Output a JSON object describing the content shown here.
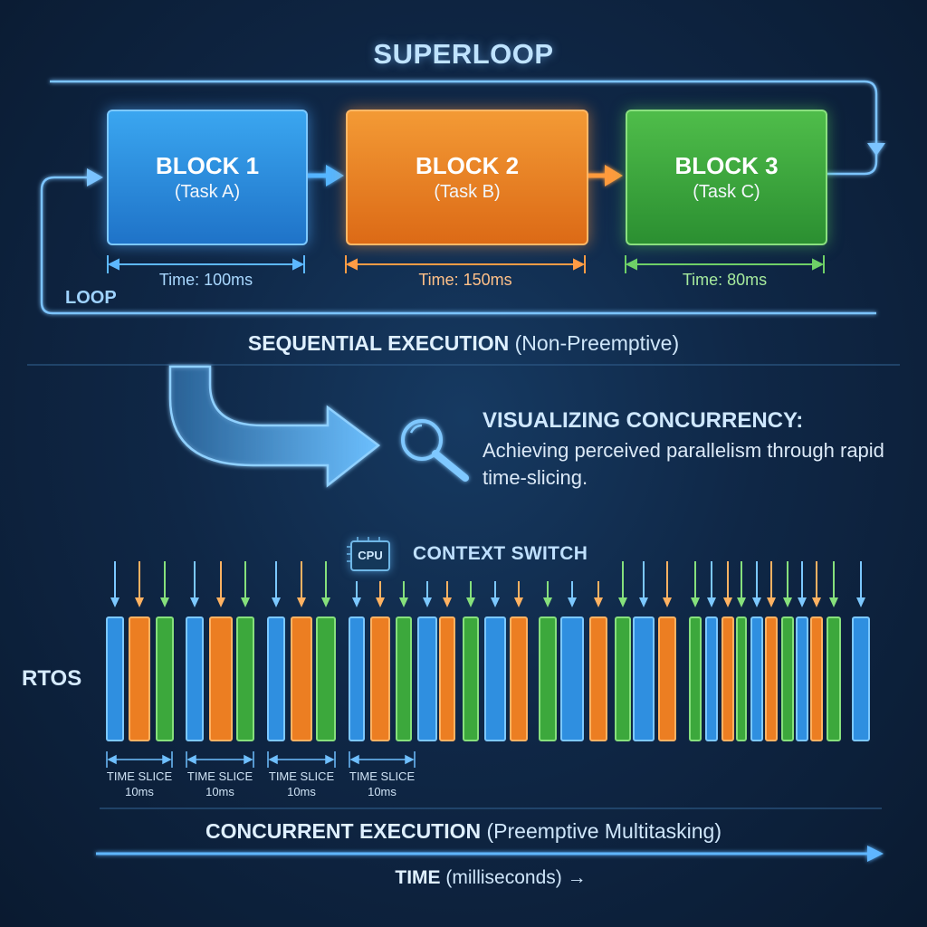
{
  "superloop": {
    "title": "SUPERLOOP",
    "blocks": [
      {
        "title": "BLOCK 1",
        "subtitle": "(Task A)",
        "time": "Time: 100ms",
        "color": "#2f8fe0"
      },
      {
        "title": "BLOCK 2",
        "subtitle": "(Task B)",
        "time": "Time: 150ms",
        "color": "#ec7e22"
      },
      {
        "title": "BLOCK 3",
        "subtitle": "(Task C)",
        "time": "Time: 80ms",
        "color": "#3ca83c"
      }
    ],
    "loop_label": "LOOP",
    "execution_label": "SEQUENTIAL EXECUTION",
    "execution_note": "(Non-Preemptive)"
  },
  "concurrency": {
    "title": "VISUALIZING CONCURRENCY:",
    "description": "Achieving perceived parallelism through rapid time-slicing.",
    "icon": "magnifier-icon"
  },
  "rtos": {
    "label": "RTOS",
    "cpu_label": "CPU",
    "context_switch_label": "CONTEXT SWITCH",
    "time_slices": [
      {
        "label": "TIME SLICE",
        "value": "10ms"
      },
      {
        "label": "TIME SLICE",
        "value": "10ms"
      },
      {
        "label": "TIME SLICE",
        "value": "10ms"
      },
      {
        "label": "TIME SLICE",
        "value": "10ms"
      }
    ],
    "execution_label": "CONCURRENT EXECUTION",
    "execution_note": "(Preemptive Multitasking)",
    "time_axis_label": "TIME",
    "time_axis_unit": "(milliseconds) →",
    "colors": {
      "task_a": "#2f8fe0",
      "task_b": "#ec7e22",
      "task_c": "#3ca83c"
    }
  }
}
